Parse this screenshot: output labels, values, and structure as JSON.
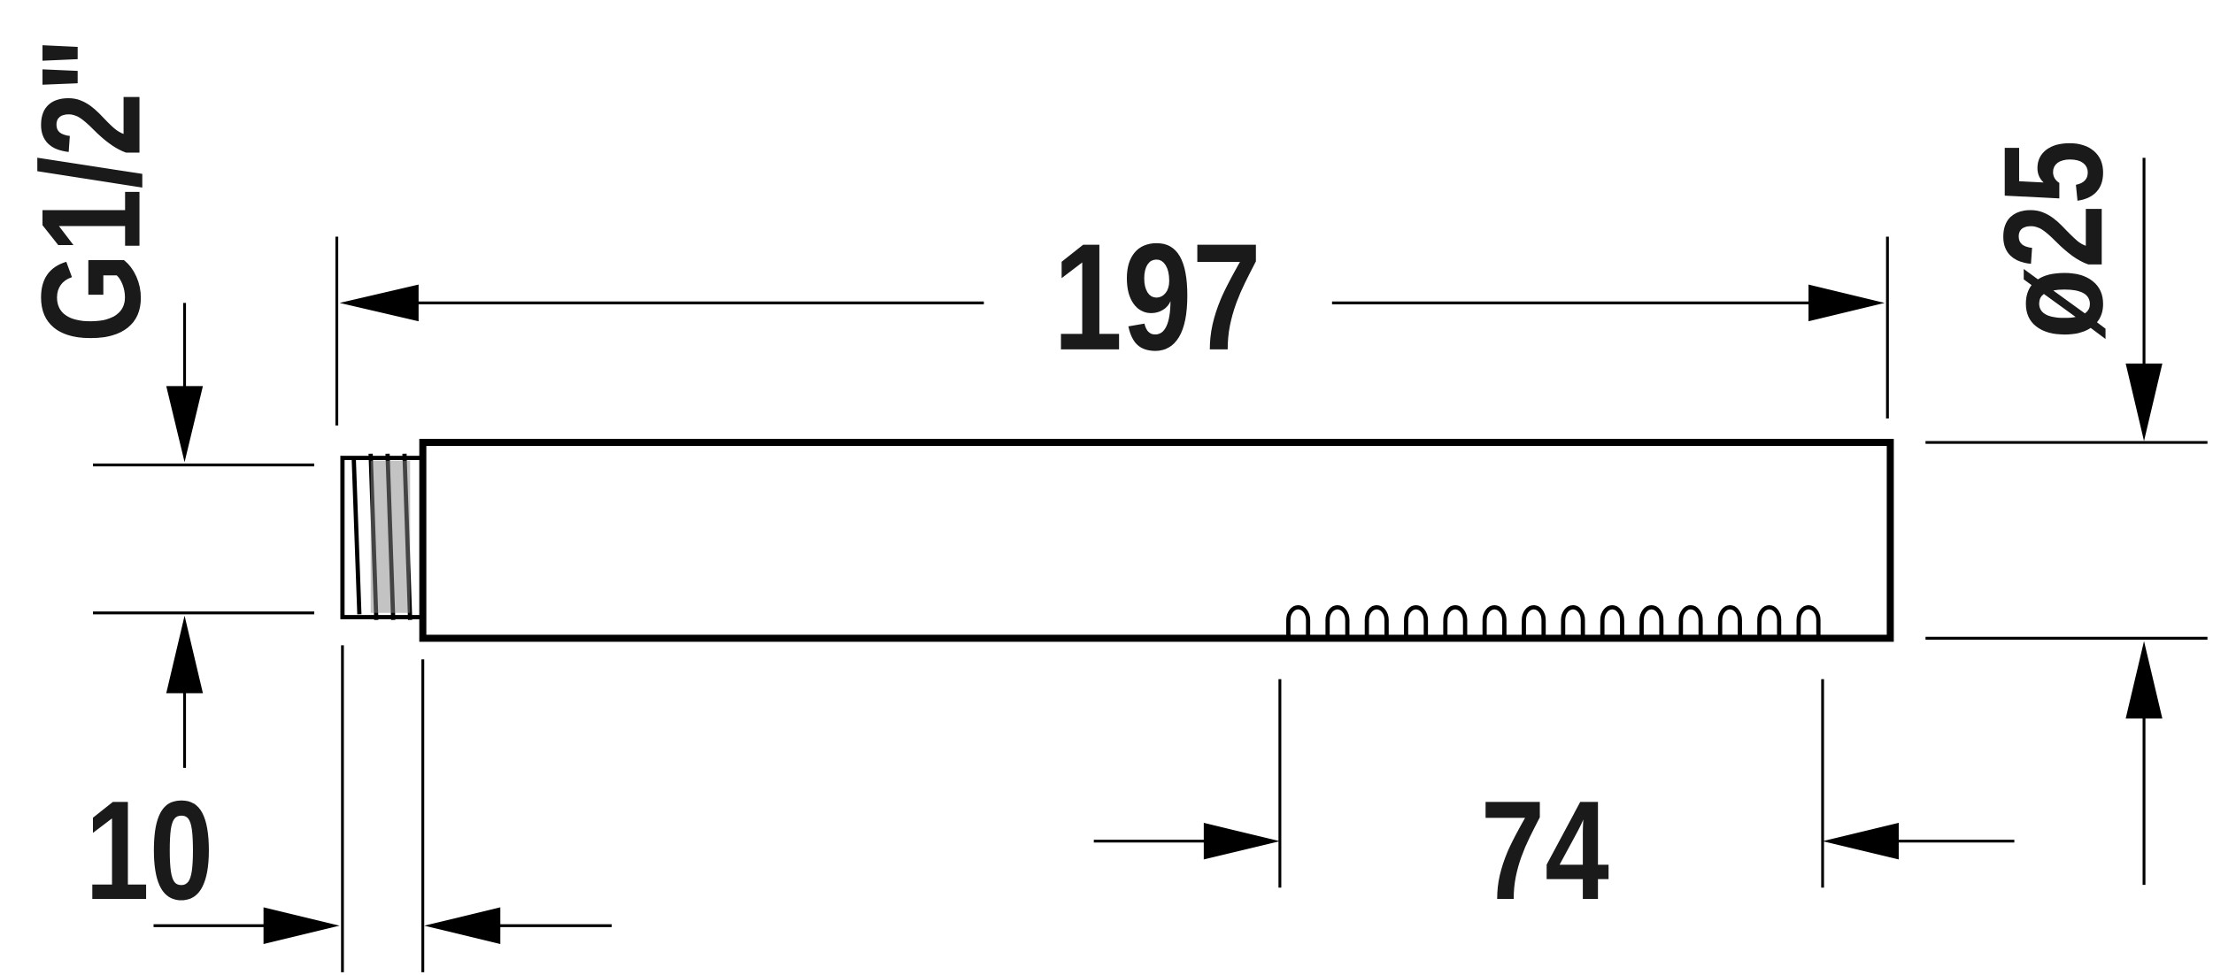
{
  "drawing": {
    "dimensions": {
      "overall_length": "197",
      "thread": "G1/2\"",
      "thread_length": "10",
      "spray_length": "74",
      "diameter": "ø25"
    },
    "nozzle_count": 14,
    "colors": {
      "line": "#000000",
      "text": "#1a1a1a",
      "background": "#ffffff"
    }
  }
}
